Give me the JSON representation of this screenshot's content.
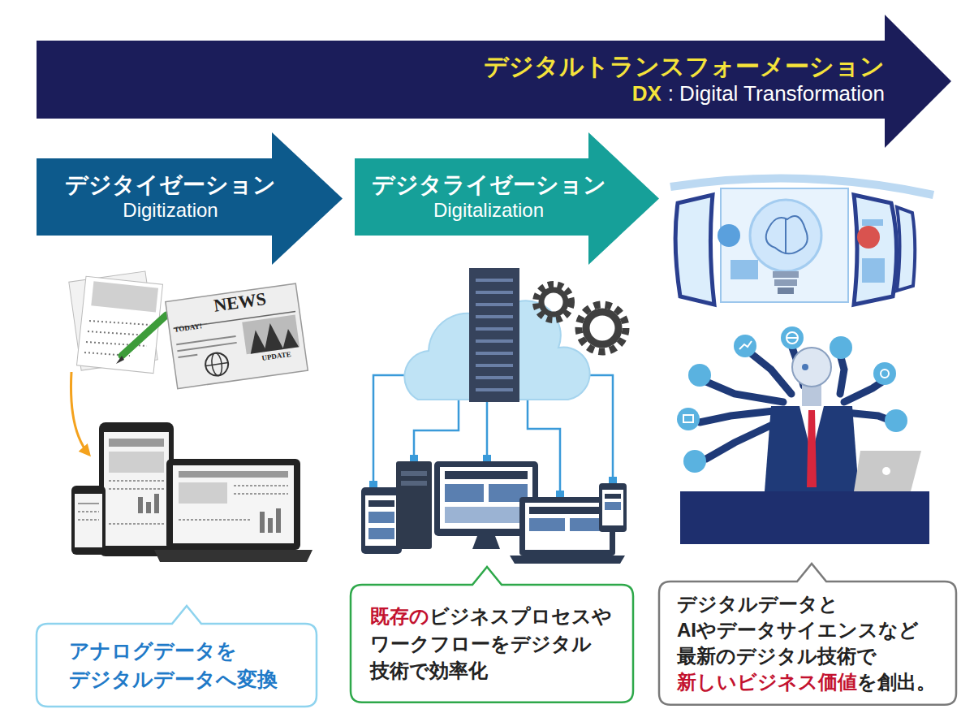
{
  "diagram": {
    "nodes": [
      {
        "text": [
          "デジタルトランスフォーメーション",
          "DX",
          ": Digital Transformation"
        ]
      },
      {
        "text": [
          "デジタイゼーション",
          "Digitization"
        ]
      },
      {
        "text": [
          "デジタライゼーション",
          "Digitalization"
        ]
      },
      {
        "text": [
          "アナログデータを デジタルデータへ変換"
        ]
      },
      {
        "text": [
          "既存の",
          "ビジネスプロセスや ワークフローをデジタル 技術で効率化"
        ]
      },
      {
        "text": [
          "デジタルデータと AIやデータサイエンスなど 最新のデジタル技術で",
          "新しいビジネス価値",
          "を創出。"
        ]
      }
    ],
    "labels": [
      "NEWS",
      "TODAY!",
      "UPDATE"
    ]
  }
}
